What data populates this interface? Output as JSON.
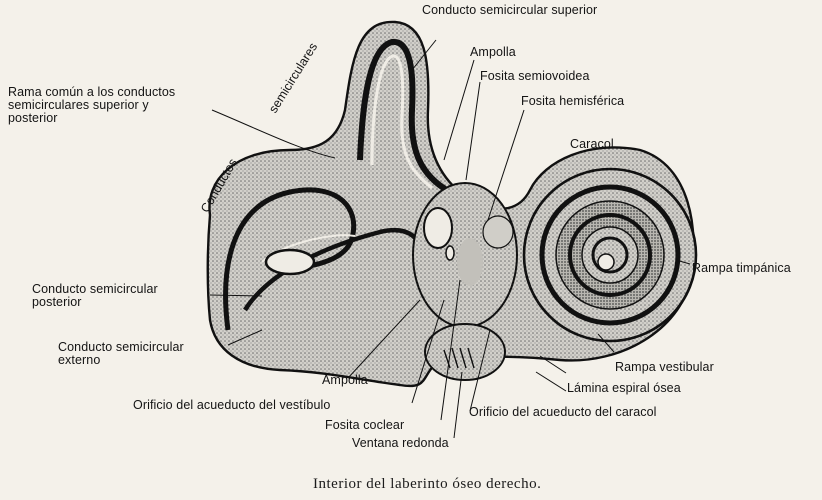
{
  "labels": {
    "conducto_superior": "Conducto semicircular superior",
    "ampolla_top": "Ampolla",
    "fosita_semiovoidea": "Fosita semiovoidea",
    "fosita_hemisferica": "Fosita hemisférica",
    "rama_comun_line1": "Rama común a los conductos",
    "rama_comun_line2": "semicirculares superior y",
    "rama_comun_line3": "posterior",
    "semicirculares_rot": "semicirculares",
    "conductos_rot": "Conductos",
    "caracol": "Caracol",
    "rampa_timpanica": "Rampa timpánica",
    "conducto_posterior_line1": "Conducto semicircular",
    "conducto_posterior_line2": "posterior",
    "conducto_externo_line1": "Conducto semicircular",
    "conducto_externo_line2": "externo",
    "ampolla_bottom": "Ampolla",
    "rampa_vestibular": "Rampa vestibular",
    "lamina_espiral": "Lámina espiral ósea",
    "orificio_vestibulo": "Orificio del acueducto del vestíbulo",
    "orificio_caracol": "Orificio del acueducto del caracol",
    "fosita_coclear": "Fosita coclear",
    "ventana_redonda": "Ventana redonda"
  },
  "caption": "Interior del laberinto óseo derecho.",
  "colors": {
    "ink": "#141414",
    "paper": "#f4f1ea",
    "shade": "#8a8a8a"
  }
}
